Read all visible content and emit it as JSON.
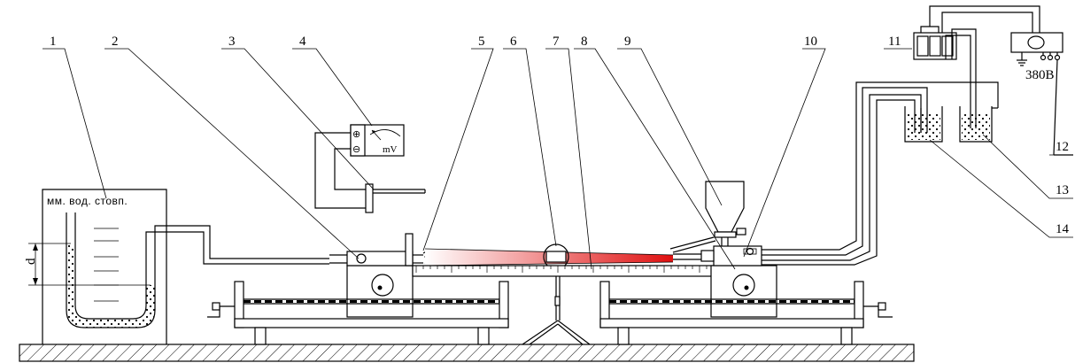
{
  "diagram": {
    "callouts": [
      "1",
      "2",
      "3",
      "4",
      "5",
      "6",
      "7",
      "8",
      "9",
      "10",
      "11",
      "12",
      "13",
      "14"
    ],
    "manometer_label": "мм. вод. стовп.",
    "height_label": "d",
    "meter_unit": "mV",
    "meter_plus": "⊕",
    "meter_minus": "⊖",
    "voltage_label": "380В",
    "colors": {
      "line": "#000000",
      "flame_hot": "#e01010",
      "flame_cool": "#ffffff"
    }
  }
}
